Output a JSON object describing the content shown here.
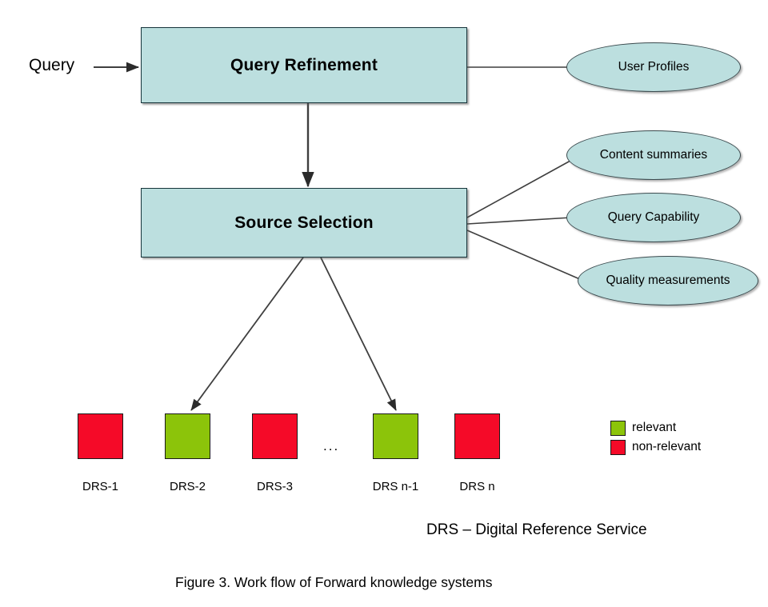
{
  "figure": {
    "caption": "Figure 3. Work flow of Forward knowledge systems",
    "footnote": "DRS – Digital Reference Service"
  },
  "input": {
    "query_label": "Query"
  },
  "process_nodes": [
    {
      "id": "query-refinement",
      "label": "Query Refinement"
    },
    {
      "id": "source-selection",
      "label": "Source Selection"
    }
  ],
  "resource_nodes": [
    {
      "id": "user-profiles",
      "label": "User Profiles"
    },
    {
      "id": "content-summaries",
      "label": "Content summaries"
    },
    {
      "id": "query-capability",
      "label": "Query Capability"
    },
    {
      "id": "quality-measurements",
      "label": "Quality measurements"
    }
  ],
  "services": {
    "ellipsis": "...",
    "items": [
      {
        "caption": "DRS-1",
        "state": "non-relevant"
      },
      {
        "caption": "DRS-2",
        "state": "relevant"
      },
      {
        "caption": "DRS-3",
        "state": "non-relevant"
      },
      {
        "caption": "DRS n-1",
        "state": "relevant"
      },
      {
        "caption": "DRS n",
        "state": "non-relevant"
      }
    ]
  },
  "legend": {
    "items": [
      {
        "label": "relevant",
        "color": "#8cc40a"
      },
      {
        "label": "non-relevant",
        "color": "#f50a28"
      }
    ]
  },
  "colors": {
    "node_fill": "#bcdfdf",
    "node_stroke": "#16343a",
    "relevant": "#8cc40a",
    "non_relevant": "#f50a28",
    "connector": "#3f3f3f",
    "background": "#ffffff"
  }
}
